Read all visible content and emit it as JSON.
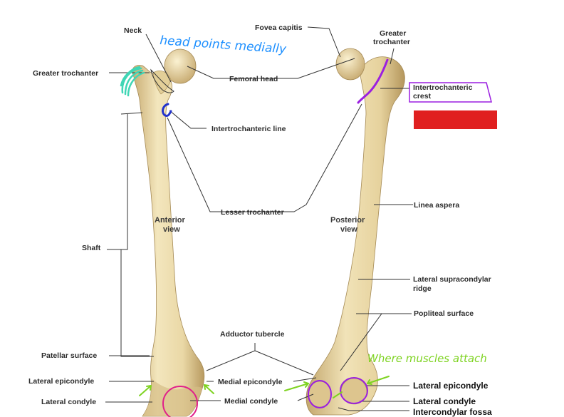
{
  "labels": {
    "neck": "Neck",
    "greater_trochanter_left": "Greater trochanter",
    "femoral_head": "Femoral head",
    "fovea_capitis": "Fovea capitis",
    "greater_trochanter_right_1": "Greater",
    "greater_trochanter_right_2": "trochanter",
    "intertrochanteric_crest_1": "Intertrochanteric",
    "intertrochanteric_crest_2": "crest",
    "intertrochanteric_line": "Intertrochanteric line",
    "lesser_trochanter": "Lesser trochanter",
    "linea_aspera": "Linea aspera",
    "anterior_view_1": "Anterior",
    "anterior_view_2": "view",
    "posterior_view_1": "Posterior",
    "posterior_view_2": "view",
    "shaft": "Shaft",
    "lateral_supracondylar_1": "Lateral supracondylar",
    "lateral_supracondylar_2": "ridge",
    "popliteal_surface": "Popliteal surface",
    "adductor_tubercle": "Adductor tubercle",
    "patellar_surface": "Patellar surface",
    "lateral_epicondyle_left": "Lateral epicondyle",
    "medial_epicondyle": "Medial epicondyle",
    "lateral_condyle_left": "Lateral condyle",
    "medial_condyle": "Medial condyle",
    "lateral_epicondyle_right": "Lateral epicondyle",
    "lateral_condyle_right": "Lateral condyle",
    "intercondylar_fossa": "Intercondylar fossa"
  },
  "annotations": {
    "head_points_medially": "head points medially",
    "where_muscles_attach": "Where muscles attach"
  },
  "colors": {
    "bone": "#e9d9a8",
    "bone_shade": "#c9b07a",
    "annotation_blue": "#1e90ff",
    "annotation_green": "#7ed321",
    "annotation_purple": "#9b1fe0",
    "annotation_magenta": "#e0208a",
    "annotation_cyan": "#3fd6b5",
    "redaction_box": "#e02020"
  }
}
